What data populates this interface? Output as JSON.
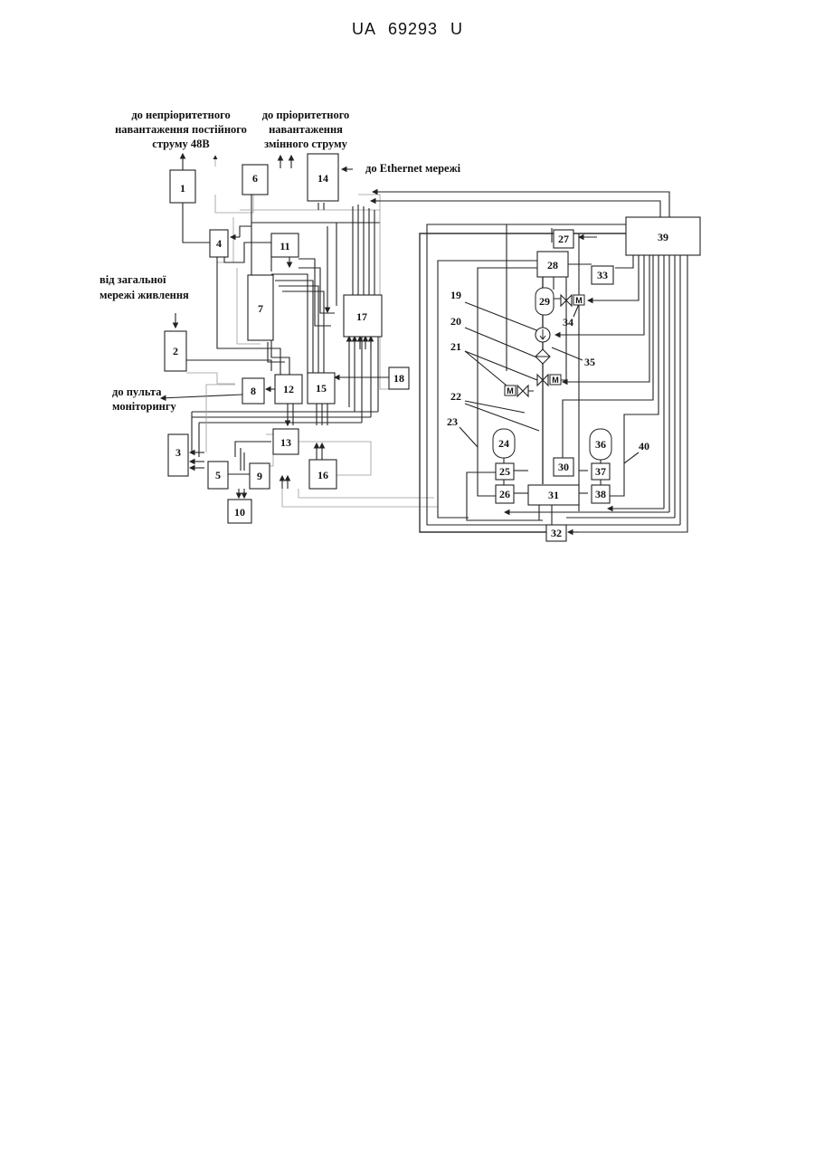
{
  "header": {
    "doc_id": "UA   69293   U"
  },
  "labels": {
    "nonpriority_1": "до непріоритетного",
    "nonpriority_2": "навантаження постійного",
    "nonpriority_3": "струму 48В",
    "priority_1": "до пріоритетного",
    "priority_2": "навантаження",
    "priority_3": "змінного струму",
    "ethernet": "до Ethernet мережі",
    "grid_1": "від загальної",
    "grid_2": "мережі живлення",
    "monitor_1": "до пульта",
    "monitor_2": "моніторингу"
  },
  "blocks": {
    "b1": "1",
    "b2": "2",
    "b3": "3",
    "b4": "4",
    "b5": "5",
    "b6": "6",
    "b7": "7",
    "b8": "8",
    "b9": "9",
    "b10": "10",
    "b11": "11",
    "b12": "12",
    "b13": "13",
    "b14": "14",
    "b15": "15",
    "b16": "16",
    "b17": "17",
    "b18": "18",
    "b24": "24",
    "b25": "25",
    "b26": "26",
    "b27": "27",
    "b28": "28",
    "b29": "29",
    "b30": "30",
    "b31": "31",
    "b32": "32",
    "b33": "33",
    "b36": "36",
    "b37": "37",
    "b38": "38",
    "b39": "39"
  },
  "callouts": {
    "c19": "19",
    "c20": "20",
    "c21": "21",
    "c22": "22",
    "c23": "23",
    "c34": "34",
    "c35": "35",
    "c40": "40"
  },
  "motor_symbol": "M"
}
